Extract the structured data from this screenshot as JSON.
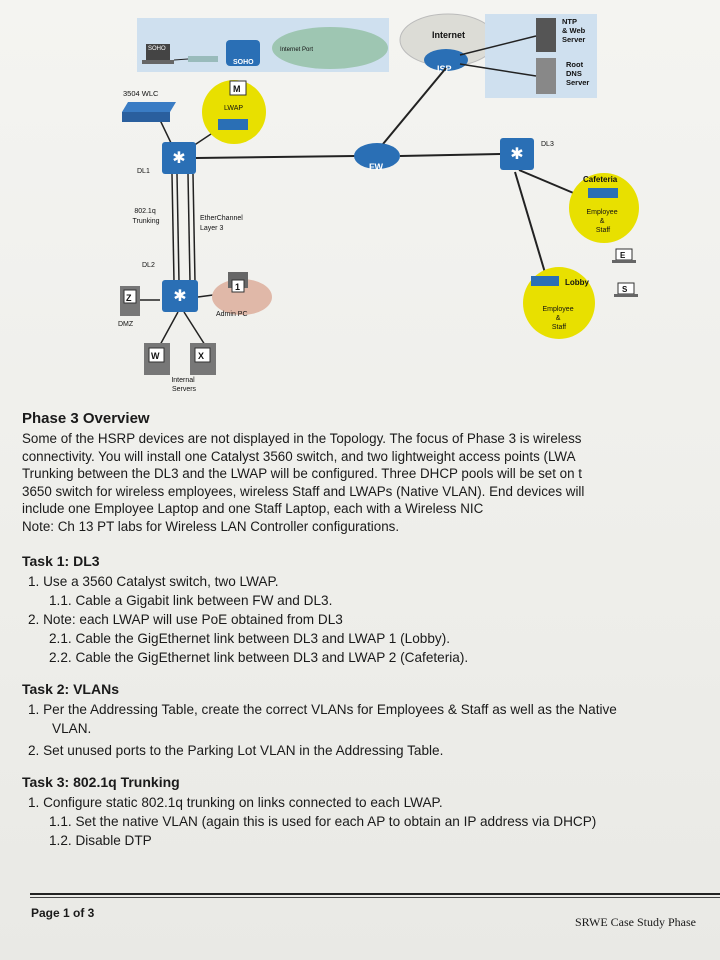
{
  "topology": {
    "soho_laptop": "SOHO",
    "soho_router": "SOHO",
    "internet_port": "Internet Port",
    "internet": "Internet",
    "isp": "ISP",
    "ntp_server": [
      "NTP",
      "& Web",
      "Server"
    ],
    "dns_server": [
      "Root",
      "DNS",
      "Server"
    ],
    "wlc": "3504 WLC",
    "lwap_badge": "M",
    "lwap": "LWAP",
    "dl1": "DL1",
    "fw": "FW",
    "dl3": "DL3",
    "cafeteria": "Cafeteria",
    "cafeteria_clients": [
      "Employee",
      "&",
      "Staff"
    ],
    "trunking": [
      "802.1q",
      "Trunking"
    ],
    "etherchannel": [
      "EtherChannel",
      "Layer 3"
    ],
    "dl2": "DL2",
    "dmz_badge": "Z",
    "dmz": "DMZ",
    "admin_badge": "1",
    "admin_pc": "Admin PC",
    "lobby": "Lobby",
    "lobby_clients": [
      "Employee",
      "&",
      "Staff"
    ],
    "laptop_e": "E",
    "laptop_s": "S",
    "server_w": "W",
    "server_x": "X",
    "internal_servers": [
      "Internal",
      "Servers"
    ]
  },
  "overview": {
    "title": "Phase 3 Overview",
    "lines": [
      "Some of the HSRP devices are not displayed in the Topology. The focus of Phase 3 is wireless",
      "connectivity. You will install one Catalyst 3560 switch, and two lightweight access points (LWA",
      "Trunking between the DL3 and the LWAP will be configured. Three DHCP pools will be set on t",
      "3650 switch for wireless employees, wireless Staff and LWAPs (Native VLAN). End devices will",
      "include one Employee Laptop and one Staff Laptop, each with a Wireless NIC",
      "Note:  Ch 13 PT labs for Wireless LAN Controller configurations."
    ]
  },
  "tasks": [
    {
      "title": "Task 1: DL3",
      "items": [
        {
          "text": "1.  Use a 3560 Catalyst switch, two LWAP.",
          "cls": "l1"
        },
        {
          "text": "1.1. Cable a Gigabit link between FW and DL3.",
          "cls": "l2"
        },
        {
          "text": "2.  Note: each LWAP will use PoE obtained from  DL3",
          "cls": "l1"
        },
        {
          "text": "2.1. Cable the GigEthernet link between DL3 and LWAP 1 (Lobby).",
          "cls": "l2"
        },
        {
          "text": "2.2. Cable the GigEthernet link between DL3 and LWAP 2 (Cafeteria).",
          "cls": "l2"
        }
      ]
    },
    {
      "title": "Task 2: VLANs",
      "items": [
        {
          "text": "1.  Per the Addressing Table, create the correct VLANs for Employees & Staff as well as the Native",
          "cls": "l1"
        },
        {
          "text": "VLAN.",
          "cls": "l1cont"
        },
        {
          "text": "2.  Set unused ports to the Parking Lot VLAN in the Addressing Table.",
          "cls": "l1"
        }
      ]
    },
    {
      "title": "Task 3:  802.1q Trunking",
      "items": [
        {
          "text": "1.  Configure static 802.1q trunking on links connected to each LWAP.",
          "cls": "l1"
        },
        {
          "text": "1.1. Set the native VLAN (again this is used for each AP to obtain an IP address via DHCP)",
          "cls": "l2"
        },
        {
          "text": "1.2. Disable DTP",
          "cls": "l2"
        }
      ]
    }
  ],
  "footer": {
    "page": "Page 1 of 3",
    "title": "SRWE Case Study Phase"
  }
}
